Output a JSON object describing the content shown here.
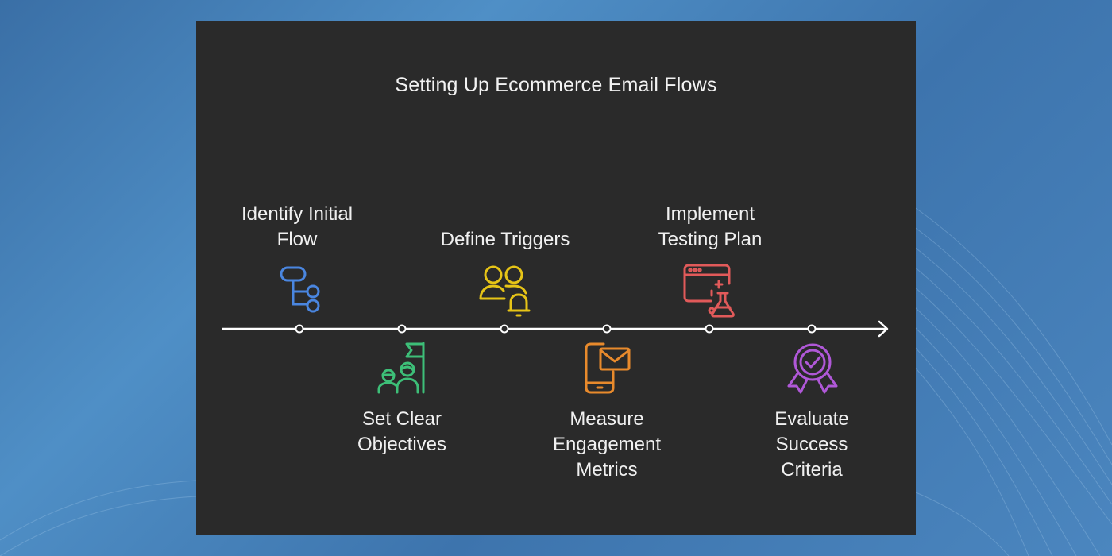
{
  "title": "Setting Up Ecommerce Email Flows",
  "steps": [
    {
      "label": "Identify Initial Flow",
      "lines": [
        "Identify Initial",
        "Flow"
      ],
      "icon": "flowchart-icon",
      "color": "#4a86e0",
      "position": "above"
    },
    {
      "label": "Set Clear Objectives",
      "lines": [
        "Set Clear",
        "Objectives"
      ],
      "icon": "target-people-flag-icon",
      "color": "#3dbf78",
      "position": "below"
    },
    {
      "label": "Define Triggers",
      "lines": [
        "Define Triggers"
      ],
      "icon": "users-bell-icon",
      "color": "#e6c417",
      "position": "above"
    },
    {
      "label": "Measure Engagement Metrics",
      "lines": [
        "Measure",
        "Engagement",
        "Metrics"
      ],
      "icon": "mobile-mail-icon",
      "color": "#e88a2c",
      "position": "below"
    },
    {
      "label": "Implement Testing Plan",
      "lines": [
        "Implement",
        "Testing Plan"
      ],
      "icon": "browser-flask-icon",
      "color": "#e15a5a",
      "position": "above"
    },
    {
      "label": "Evaluate Success Criteria",
      "lines": [
        "Evaluate",
        "Success",
        "Criteria"
      ],
      "icon": "badge-check-icon",
      "color": "#b058d8",
      "position": "below"
    }
  ]
}
